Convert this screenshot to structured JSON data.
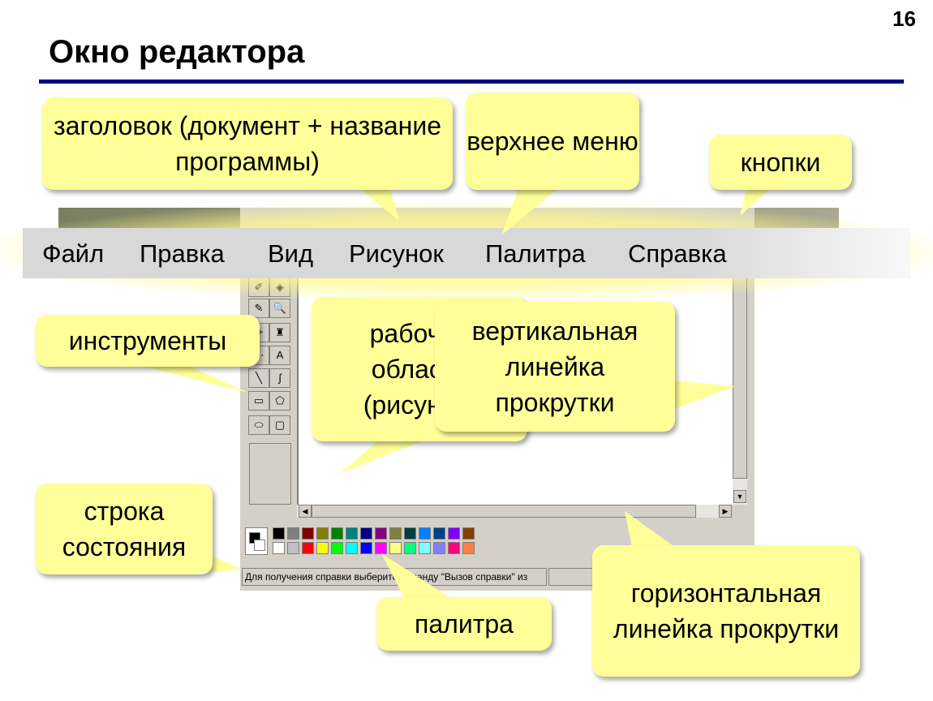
{
  "slide": {
    "number": "16",
    "title": "Окно редактора"
  },
  "menu": {
    "items": [
      "Файл",
      "Правка",
      "Вид",
      "Рисунок",
      "Палитра",
      "Справка"
    ]
  },
  "status_bar": {
    "text": "Для получения справки выберите команду \"Вызов справки\" из"
  },
  "callouts": {
    "title_bar": "заголовок (документ + название программы)",
    "top_menu": "верхнее меню",
    "buttons": "кнопки",
    "tools": "инструменты",
    "work_area": "рабочая область (рисунок)",
    "vertical_scrollbar": "вертикальная линейка прокрутки",
    "status_line": "строка состояния",
    "palette": "палитра",
    "horizontal_scrollbar": "горизонтальная линейка прокрутки"
  },
  "palette_colors": {
    "top": [
      "#000000",
      "#808080",
      "#800000",
      "#808000",
      "#008000",
      "#008080",
      "#000080",
      "#800080",
      "#808040",
      "#004040",
      "#0080ff",
      "#004080",
      "#8000ff",
      "#804000"
    ],
    "bottom": [
      "#ffffff",
      "#c0c0c0",
      "#ff0000",
      "#ffff00",
      "#00ff00",
      "#00ffff",
      "#0000ff",
      "#ff00ff",
      "#ffff80",
      "#00ff80",
      "#80ffff",
      "#8080ff",
      "#ff0080",
      "#ff8040"
    ]
  },
  "tools": [
    "✐",
    "◈",
    "✎",
    "🔍",
    "✏",
    "♜",
    "⋯",
    "A",
    "╲",
    "∫",
    "▭",
    "⬠",
    "⬭",
    "▢"
  ]
}
